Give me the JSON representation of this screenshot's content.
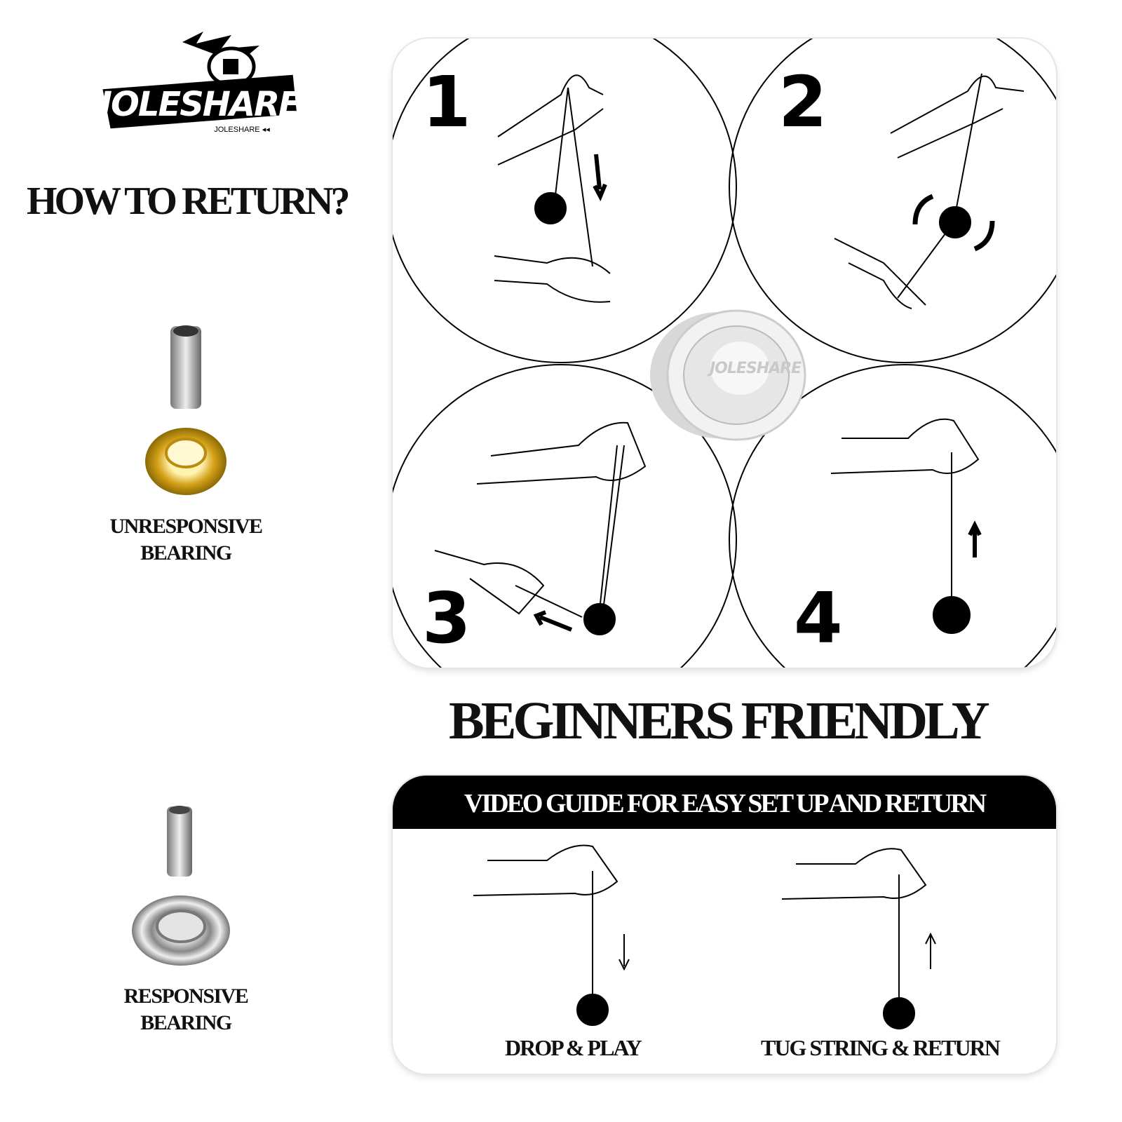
{
  "logo": {
    "brand": "JOLESHARE",
    "sub": "JOLESHARE"
  },
  "left": {
    "heading": "HOW TO RETURN?",
    "unresponsive": {
      "line1": "UNRESPONSIVE",
      "line2": "BEARING",
      "bearing_color": "#d4a017"
    },
    "responsive": {
      "line1": "RESPONSIVE",
      "line2": "BEARING",
      "bearing_color": "#b0b0b0"
    }
  },
  "steps": {
    "items": [
      "1",
      "2",
      "3",
      "4"
    ]
  },
  "product": {
    "engraving": "JOLESHARE"
  },
  "headline": "BEGINNERS FRIENDLY",
  "video": {
    "title": "VIDEO GUIDE FOR EASY SET UP AND RETURN",
    "captions": [
      "DROP & PLAY",
      "TUG STRING & RETURN"
    ]
  }
}
